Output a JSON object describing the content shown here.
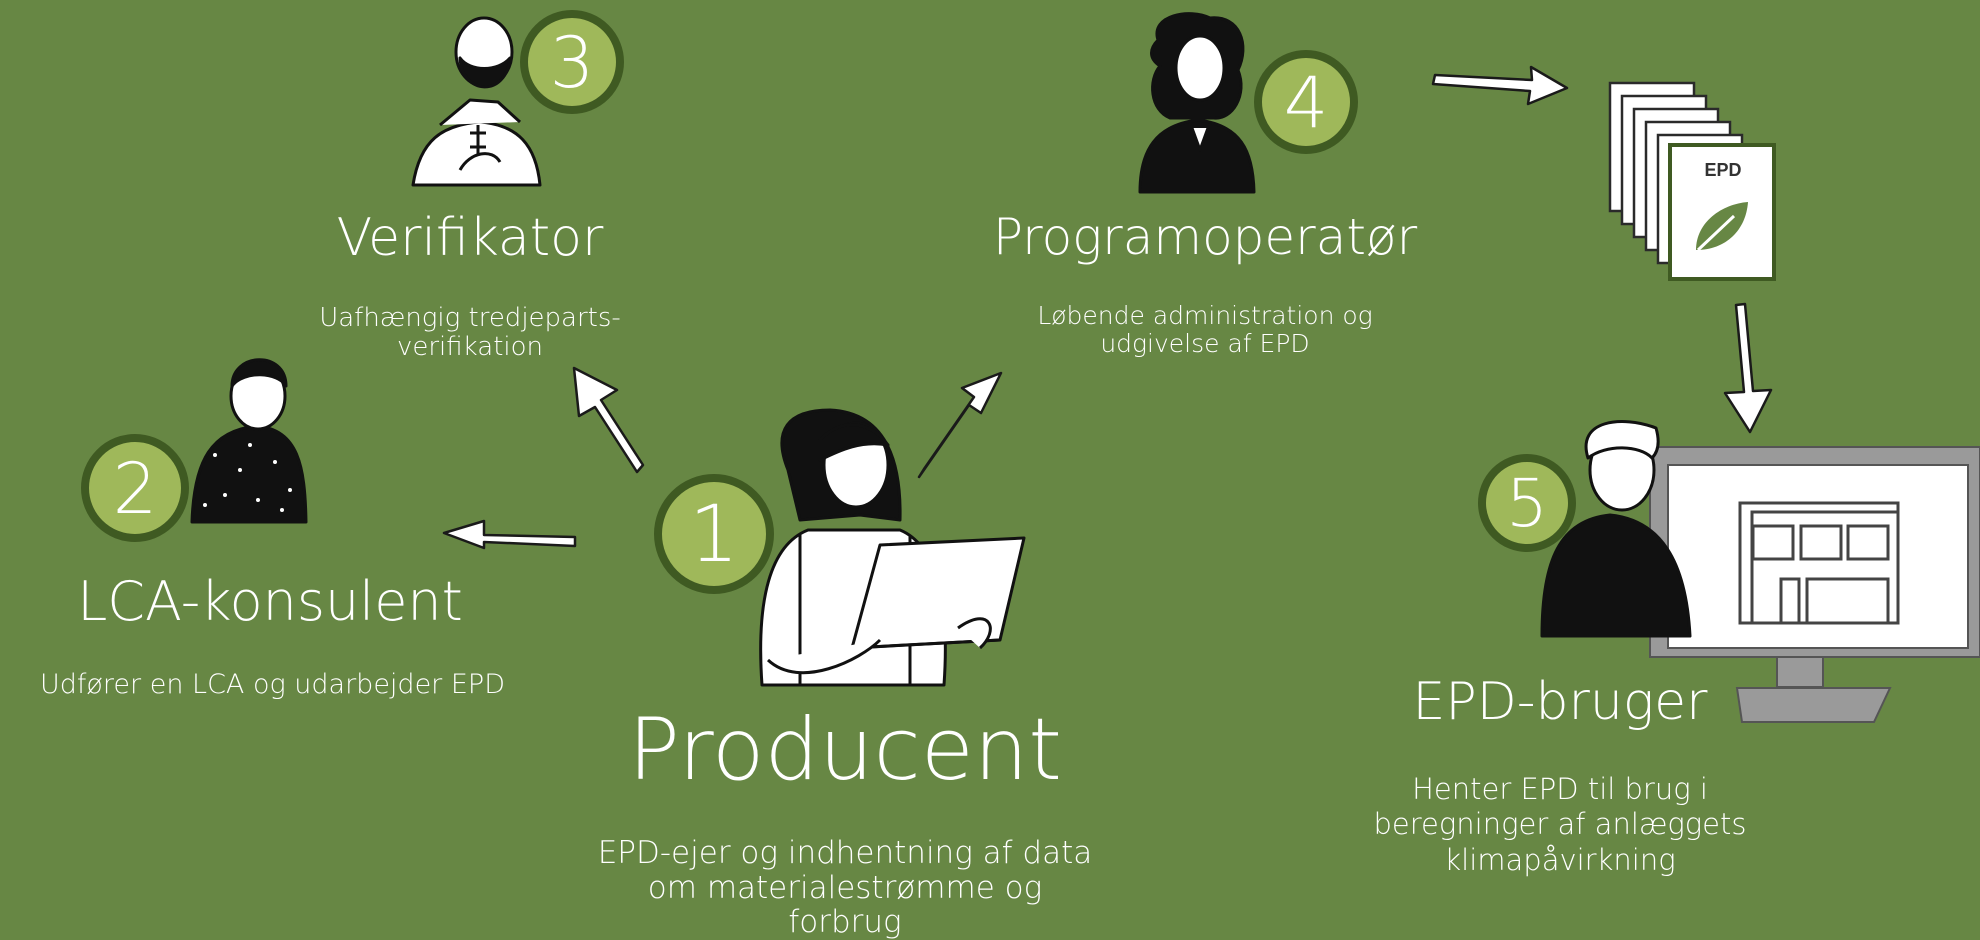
{
  "colors": {
    "background": "#678744",
    "badge_fill": "#9fb85a",
    "badge_ring": "#3f5a22",
    "text": "#ffffff"
  },
  "roles": [
    {
      "number": "1",
      "title": "Producent",
      "description_lines": [
        "EPD-ejer og indhentning af data",
        "om materialestrømme og",
        "forbrug"
      ]
    },
    {
      "number": "2",
      "title": "LCA-konsulent",
      "description_lines": [
        "Udfører en LCA og udarbejder EPD"
      ]
    },
    {
      "number": "3",
      "title": "Verifikator",
      "description_lines": [
        "Uafhængig tredjeparts-",
        "verifikation"
      ]
    },
    {
      "number": "4",
      "title": "Programoperatør",
      "description_lines": [
        "Løbende administration og",
        "udgivelse af EPD"
      ]
    },
    {
      "number": "5",
      "title": "EPD-bruger",
      "description_lines": [
        "Henter EPD til brug i",
        "beregninger af anlæggets",
        "klimapåvirkning"
      ]
    }
  ],
  "document_label": "EPD",
  "icons": {
    "producer": "woman-with-laptop-icon",
    "consultant": "man-in-patterned-sweater-icon",
    "verifier": "bearded-man-icon",
    "operator": "curly-haired-woman-icon",
    "user": "man-at-computer-icon",
    "documents": "epd-document-stack-icon",
    "leaf": "leaf-icon",
    "monitor": "computer-monitor-icon"
  }
}
